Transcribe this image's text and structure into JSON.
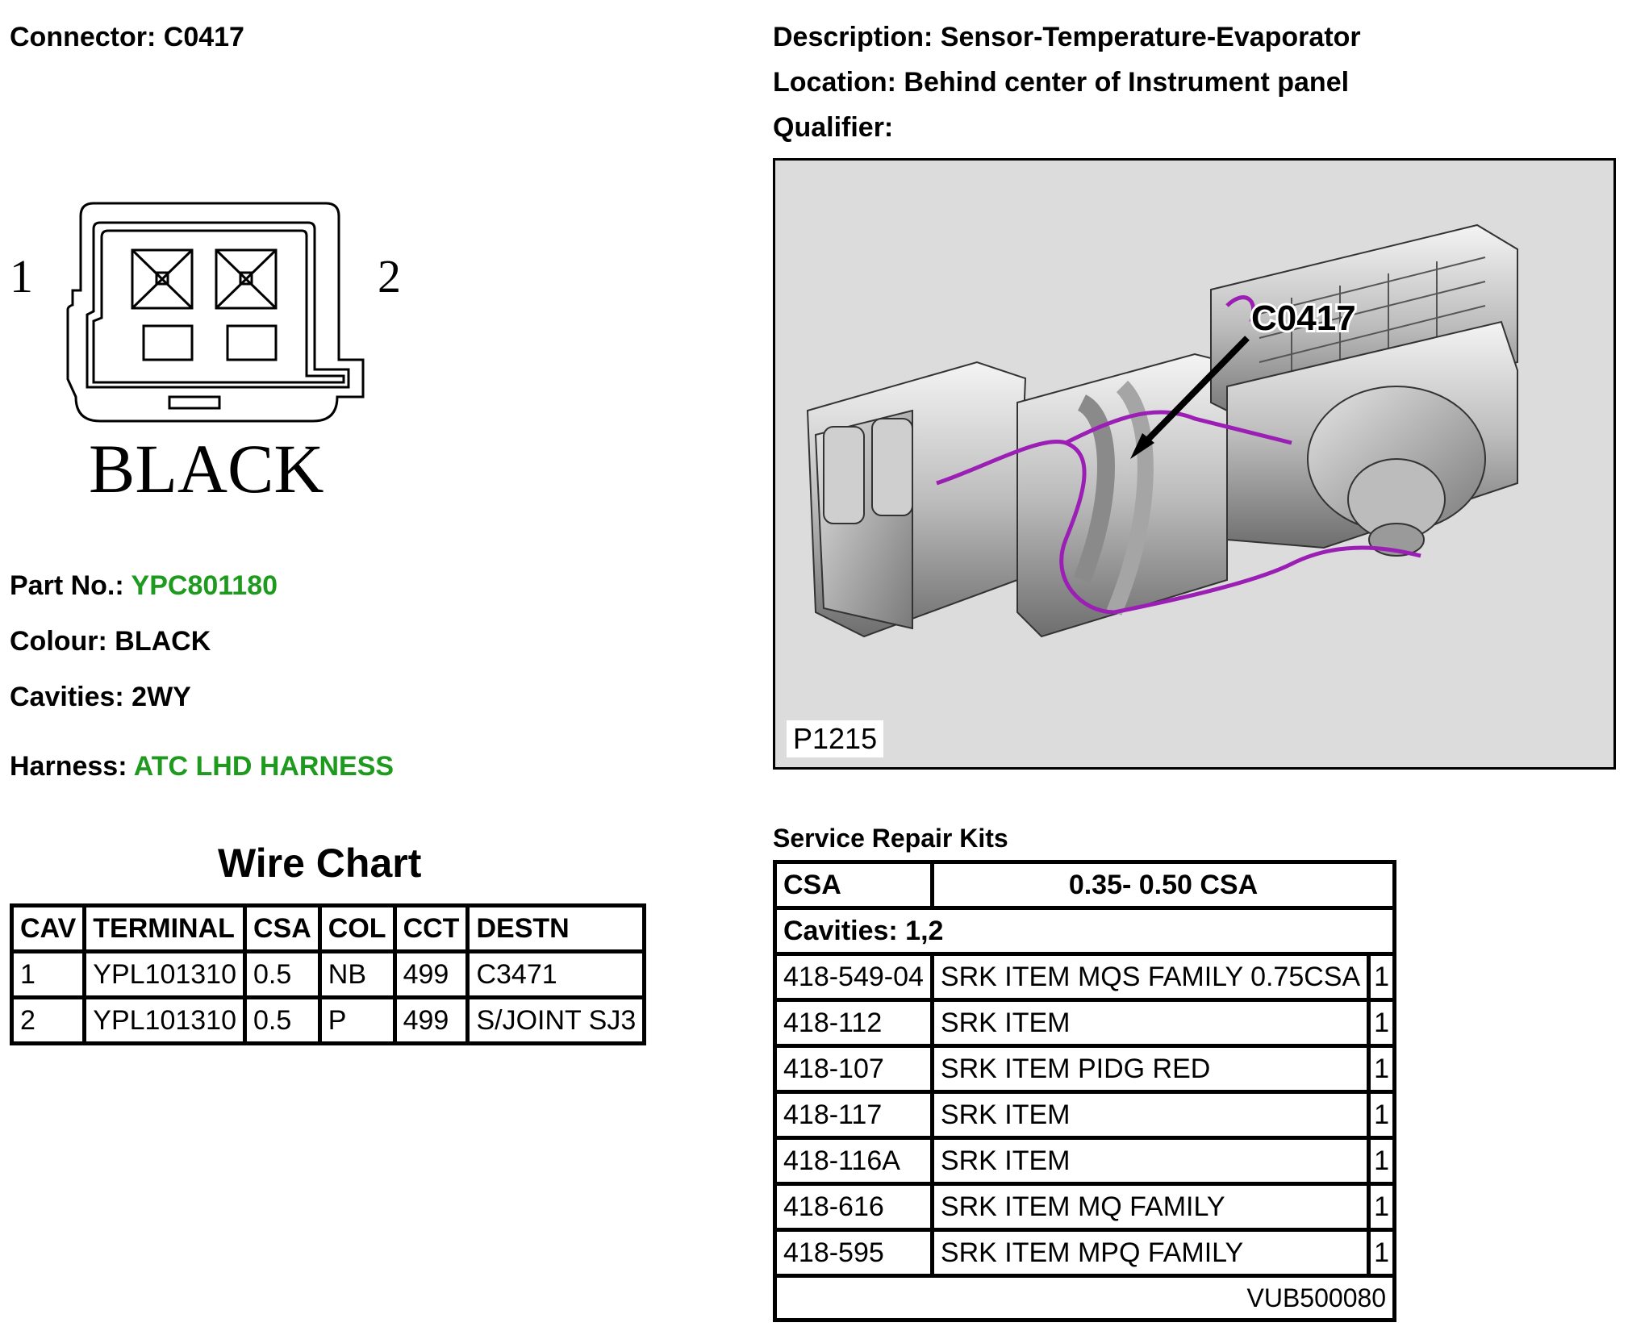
{
  "header": {
    "connector_label": "Connector: C0417",
    "description_label": "Description: Sensor-Temperature-Evaporator",
    "location_label": "Location: Behind center of Instrument panel",
    "qualifier_label": "Qualifier:"
  },
  "connector_face": {
    "pin_left": "1",
    "pin_right": "2",
    "colour_text": "BLACK"
  },
  "details": {
    "part_no_label": "Part No.:",
    "part_no_value": "YPC801180",
    "colour": "Colour: BLACK",
    "cavities": "Cavities: 2WY",
    "harness_label": "Harness:",
    "harness_value": "ATC LHD HARNESS",
    "link_color": "#1e9a1e"
  },
  "wire_chart": {
    "title": "Wire Chart",
    "headers": [
      "CAV",
      "TERMINAL",
      "CSA",
      "COL",
      "CCT",
      "DESTN"
    ],
    "rows": [
      [
        "1",
        "YPL101310",
        "0.5",
        "NB",
        "499",
        "C3471"
      ],
      [
        "2",
        "YPL101310",
        "0.5",
        "P",
        "499",
        "S/JOINT SJ3"
      ]
    ]
  },
  "location_image": {
    "callout": "C0417",
    "image_code": "P1215",
    "background_color": "#dcdcdc",
    "harness_color": "#9b1fb5"
  },
  "service_repair_kits": {
    "title": "Service Repair Kits",
    "csa_label": "CSA",
    "csa_value": "0.35- 0.50 CSA",
    "cavities": "Cavities: 1,2",
    "items": [
      [
        "418-549-04",
        "SRK ITEM MQS FAMILY 0.75CSA",
        "1"
      ],
      [
        "418-112",
        "SRK ITEM",
        "1"
      ],
      [
        "418-107",
        "SRK ITEM PIDG RED",
        "1"
      ],
      [
        "418-117",
        "SRK ITEM",
        "1"
      ],
      [
        "418-116A",
        "SRK ITEM",
        "1"
      ],
      [
        "418-616",
        "SRK ITEM MQ FAMILY",
        "1"
      ],
      [
        "418-595",
        "SRK ITEM MPQ FAMILY",
        "1"
      ]
    ],
    "reference": "VUB500080"
  }
}
